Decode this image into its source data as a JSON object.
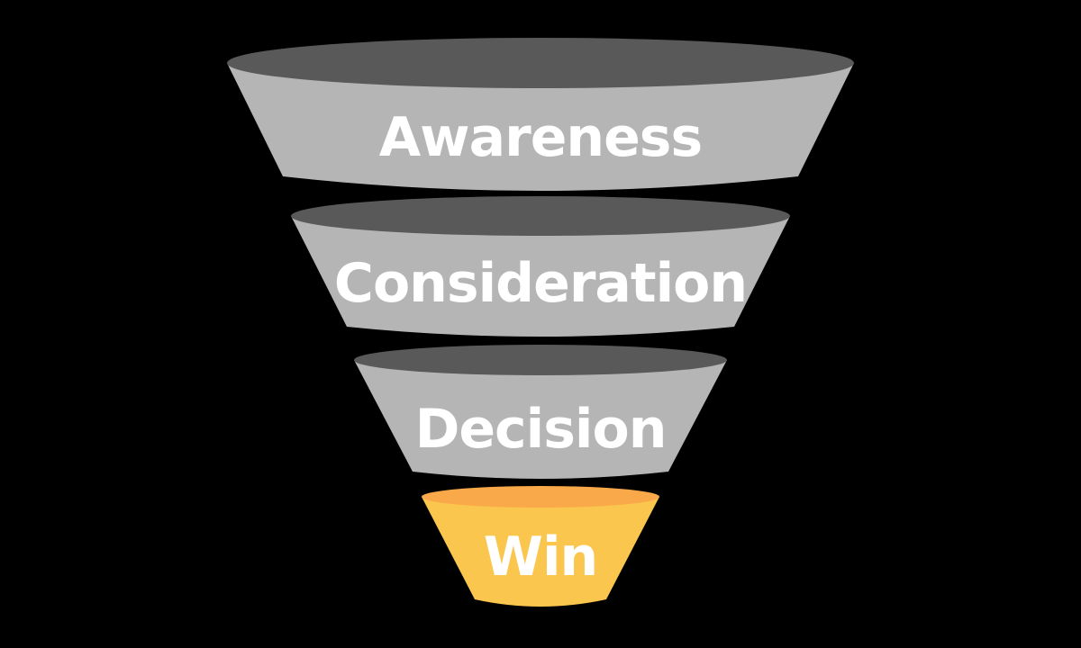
{
  "background_color": "#000000",
  "funnel": {
    "type": "funnel",
    "stage_count": 4,
    "stages": [
      {
        "label": "Awareness",
        "body_color": "#B5B5B5",
        "top_color": "#595959",
        "text_color": "#FFFFFF"
      },
      {
        "label": "Consideration",
        "body_color": "#B5B5B5",
        "top_color": "#595959",
        "text_color": "#FFFFFF"
      },
      {
        "label": "Decision",
        "body_color": "#B5B5B5",
        "top_color": "#595959",
        "text_color": "#FFFFFF"
      },
      {
        "label": "Win",
        "body_color": "#FBC64E",
        "top_color": "#F9A94A",
        "text_color": "#FFFFFF"
      }
    ]
  }
}
